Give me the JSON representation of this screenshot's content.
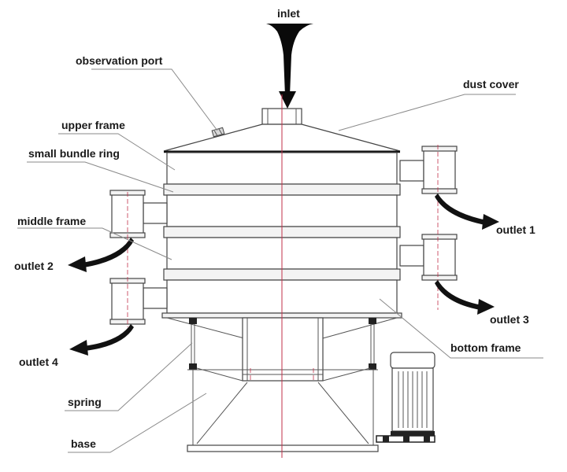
{
  "labels": {
    "inlet": "inlet",
    "observation_port": "observation port",
    "dust_cover": "dust cover",
    "upper_frame": "upper frame",
    "small_bundle_ring": "small bundle ring",
    "middle_frame": "middle frame",
    "outlet_1": "outlet 1",
    "outlet_2": "outlet 2",
    "outlet_3": "outlet 3",
    "outlet_4": "outlet 4",
    "bottom_frame": "bottom frame",
    "spring": "spring",
    "base": "base"
  },
  "colors": {
    "axis_line": "#c0304a",
    "outline": "#444444",
    "arrow": "#111111"
  }
}
